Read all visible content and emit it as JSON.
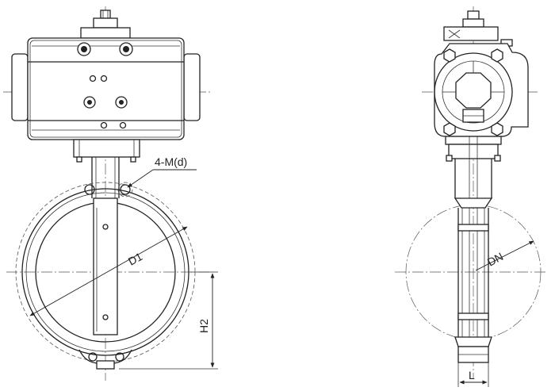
{
  "labels": {
    "holes": "4-M(d)",
    "d1": "D1",
    "h2": "H2",
    "dn": "DN",
    "l": "L"
  }
}
